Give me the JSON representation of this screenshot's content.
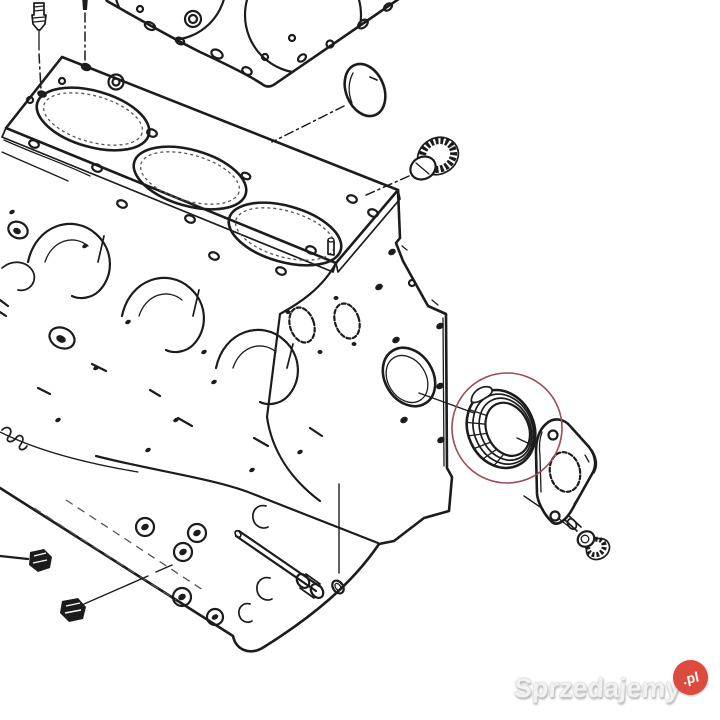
{
  "illustration": {
    "kind": "exploded-parts-line-drawing",
    "subject": "engine-cylinder-block",
    "parts": [
      {
        "name": "cylinder-head-gasket",
        "position": "top",
        "holes": "cylinder-openings-and-coolant-holes"
      },
      {
        "name": "stud-bolt-short",
        "position": "top-left"
      },
      {
        "name": "stud-bolt-long",
        "position": "top-left"
      },
      {
        "name": "engine-block",
        "position": "center-left",
        "cylinder-bores": 3
      },
      {
        "name": "core-plug-oval-cap",
        "position": "upper-right"
      },
      {
        "name": "threaded-gallery-plug",
        "position": "right"
      },
      {
        "name": "crankshaft-bore",
        "position": "rear-face"
      },
      {
        "name": "main-bearing-shell",
        "position": "right",
        "highlighted": true
      },
      {
        "name": "rear-flange-plate",
        "position": "lower-right"
      },
      {
        "name": "flange-bolt",
        "position": "lower-right"
      },
      {
        "name": "dowel-pin-with-sleeve",
        "position": "bottom-center"
      },
      {
        "name": "drain-plug",
        "position": "bottom-left",
        "count": 2
      }
    ],
    "highlighted_part": "main-bearing-shell"
  },
  "colors": {
    "line": "#1c1c1c",
    "background": "#ffffff",
    "highlight_circle": "#9d4a52"
  },
  "watermark": {
    "brand": "Sprzedajemy",
    "suffix": ".pl",
    "badge_color": "#dc4b3e",
    "badge_text_color": "#ffffff",
    "text_color": "#f2f2f2"
  }
}
